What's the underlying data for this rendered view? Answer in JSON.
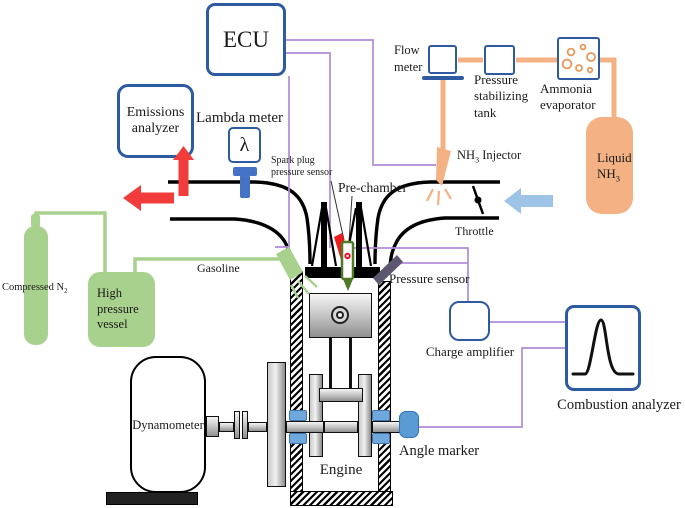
{
  "colors": {
    "blue_border": "#2E5B9F",
    "metal_blue": "#6FA8DC",
    "accent_blue": "#5B9BD5",
    "lambda_blue": "#4472C4",
    "intake_arrow_blue": "#9DC3E6",
    "red": "#F23B3B",
    "green": "#A9D18E",
    "dark_green": "#4E7A27",
    "orange": "#F4B183",
    "purple_wire": "#B18CD8",
    "sensor_slate": "#5D5770",
    "ink": "#1A1A1A"
  },
  "ecu": {
    "label": "ECU"
  },
  "emissions_analyzer": {
    "lines": [
      "Emissions",
      "analyzer"
    ]
  },
  "lambda_meter": {
    "label": "Lambda meter",
    "symbol": "λ"
  },
  "flow_meter": {
    "lines": [
      "Flow",
      "meter"
    ]
  },
  "pressure_stabilizing_tank": {
    "lines": [
      "Pressure",
      "stabilizing",
      "tank"
    ]
  },
  "ammonia_evaporator": {
    "lines": [
      "Ammonia",
      "evaporator"
    ]
  },
  "liquid_nh3": {
    "line1": "Liquid",
    "nh": "NH",
    "sub": "3"
  },
  "nh3_injector": {
    "pre": "NH",
    "sub": "3",
    "post": " Injector"
  },
  "throttle": {
    "label": "Throttle"
  },
  "spark_plug_sensor": {
    "lines": [
      "Spark plug",
      "pressure sensor"
    ]
  },
  "pre_chamber": {
    "label": "Pre-chamber"
  },
  "pressure_sensor": {
    "label": "Pressure sensor"
  },
  "gasoline": {
    "label": "Gasoline"
  },
  "compressed_n2": {
    "pre": "Compressed N",
    "sub": "2"
  },
  "high_pressure_vessel": {
    "lines": [
      "High",
      "pressure",
      "vessel"
    ]
  },
  "dynamometer": {
    "label": "Dynamometer"
  },
  "engine": {
    "label": "Engine"
  },
  "angle_marker": {
    "label": "Angle marker"
  },
  "charge_amplifier": {
    "label": "Charge amplifier"
  },
  "combustion_analyzer": {
    "label": "Combustion analyzer"
  }
}
